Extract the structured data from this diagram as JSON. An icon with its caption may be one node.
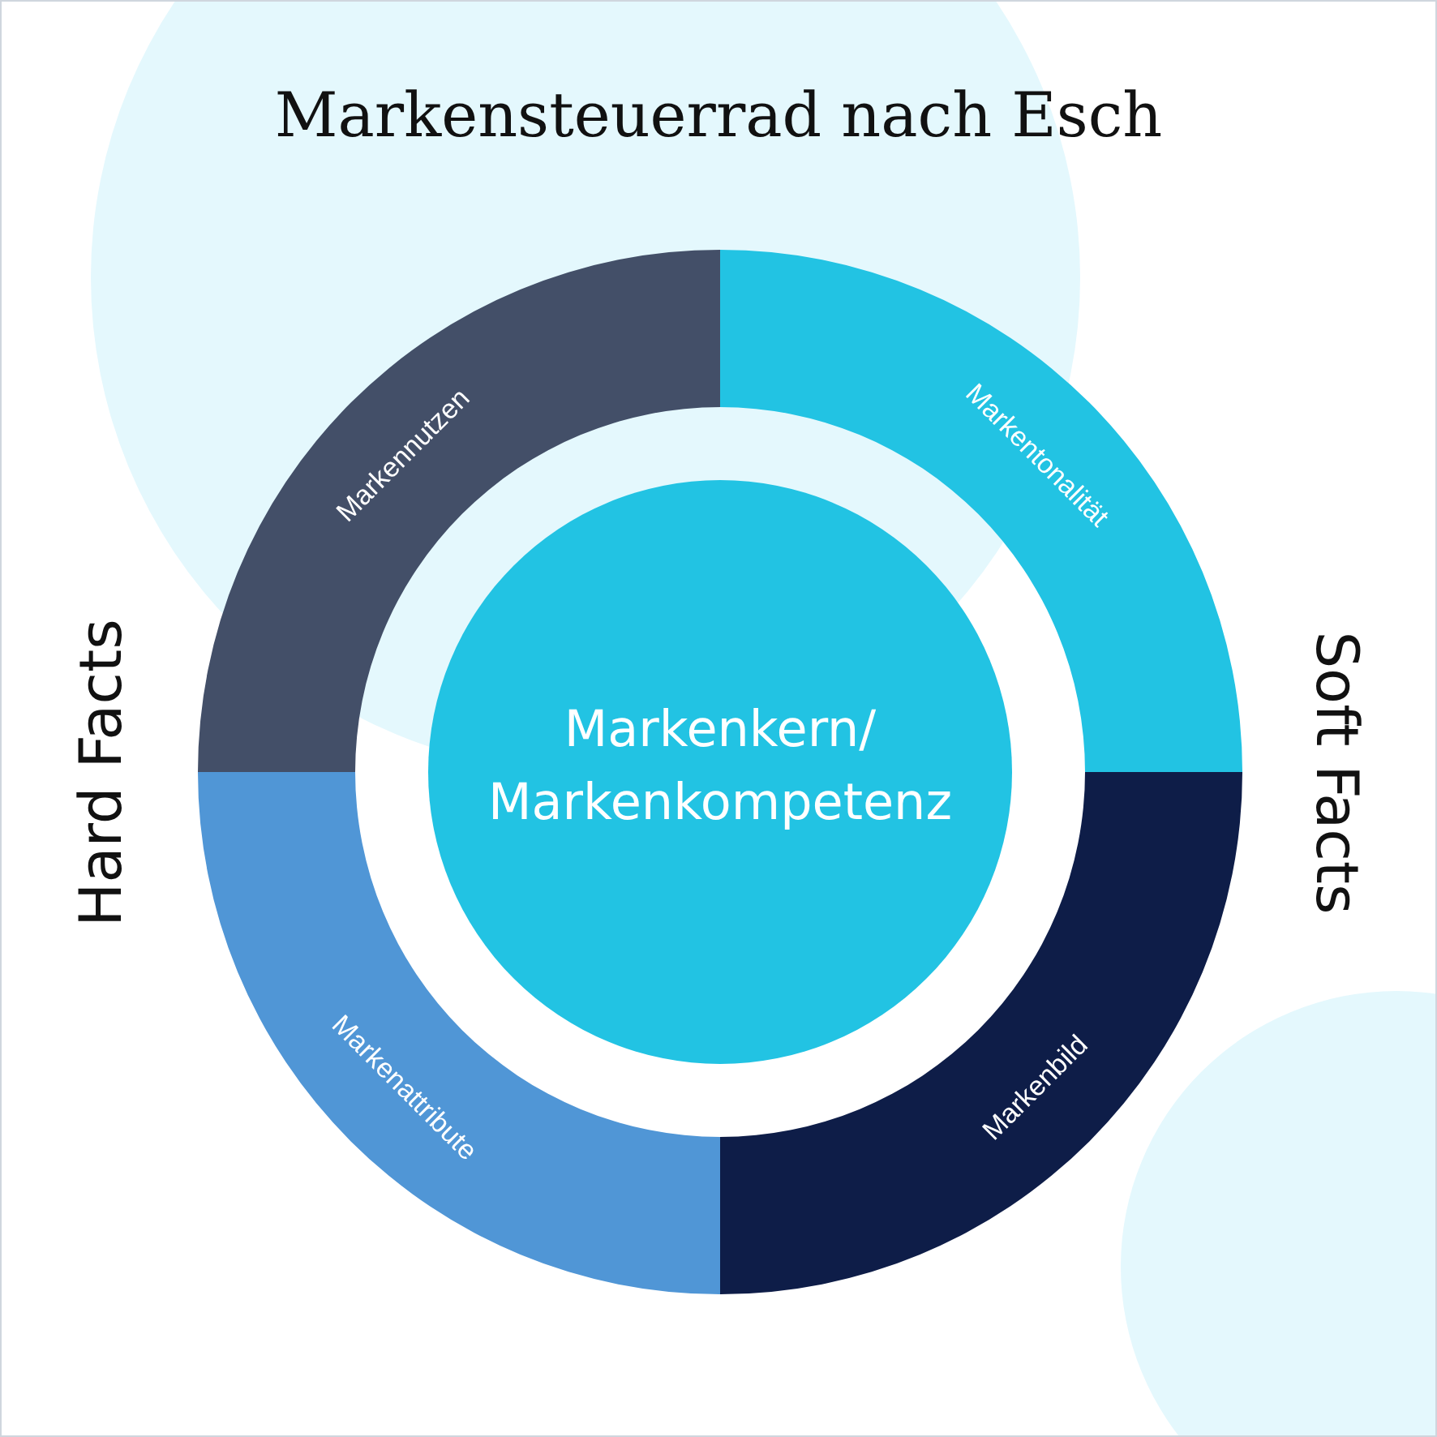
{
  "diagram": {
    "title": "Markensteuerrad nach Esch",
    "nodes": [
      {
        "text": [
          "Markenkern/ Markenkompetenz"
        ]
      },
      {
        "text": [
          "Markennutzen"
        ]
      },
      {
        "text": [
          "Markentonalität"
        ]
      },
      {
        "text": [
          "Markenattribute"
        ]
      },
      {
        "text": [
          "Markenbild"
        ]
      }
    ],
    "labels": [
      "Hard Facts",
      "Soft Facts"
    ]
  }
}
